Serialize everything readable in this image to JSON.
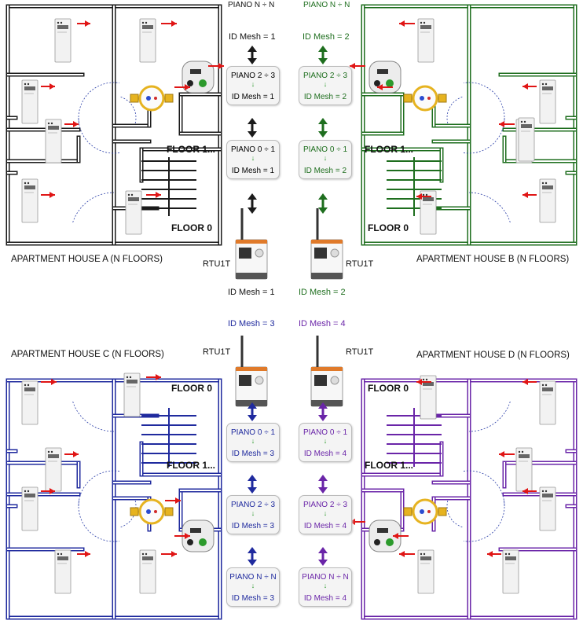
{
  "colors": {
    "A": "#1a1a1a",
    "B": "#1e6e1e",
    "C": "#1f2a9e",
    "D": "#6a25a8",
    "arrow": "#e01515"
  },
  "houses": {
    "A": {
      "label": "APARTMENT HOUSE A (N FLOORS)",
      "floor_upper": "FLOOR 1...",
      "floor_ground": "FLOOR 0"
    },
    "B": {
      "label": "APARTMENT HOUSE B (N FLOORS)",
      "floor_upper": "FLOOR 1...",
      "floor_ground": "FLOOR 0"
    },
    "C": {
      "label": "APARTMENT HOUSE C (N FLOORS)",
      "floor_upper": "FLOOR 1...",
      "floor_ground": "FLOOR 0"
    },
    "D": {
      "label": "APARTMENT HOUSE D (N FLOORS)",
      "floor_upper": "FLOOR 1...",
      "floor_ground": "FLOOR 0"
    }
  },
  "mesh": {
    "A": {
      "top_piano": "PIANO N ÷ N",
      "top_id": "ID Mesh = 1",
      "rtu": "RTU1T",
      "rtu_id": "ID Mesh = 1",
      "boxes": [
        {
          "piano": "PIANO 2 ÷ 3",
          "arrow": "↓",
          "id": "ID Mesh = 1"
        },
        {
          "piano": "PIANO 0 ÷ 1",
          "arrow": "↓",
          "id": "ID Mesh = 1"
        }
      ]
    },
    "B": {
      "top_piano": "PIANO N ÷ N",
      "top_id": "ID Mesh = 2",
      "rtu": "RTU1T",
      "rtu_id": "ID Mesh = 2",
      "boxes": [
        {
          "piano": "PIANO 2 ÷ 3",
          "arrow": "↓",
          "id": "ID Mesh = 2"
        },
        {
          "piano": "PIANO 0 ÷ 1",
          "arrow": "↓",
          "id": "ID Mesh = 2"
        }
      ]
    },
    "C": {
      "top_id": "ID Mesh = 3",
      "rtu": "RTU1T",
      "boxes": [
        {
          "piano": "PIANO 0 ÷ 1",
          "arrow": "↓",
          "id": "ID Mesh = 3"
        },
        {
          "piano": "PIANO 2 ÷ 3",
          "arrow": "↓",
          "id": "ID Mesh = 3"
        },
        {
          "piano": "PIANO N ÷ N",
          "arrow": "↓",
          "id": "ID Mesh = 3"
        }
      ]
    },
    "D": {
      "top_id": "ID Mesh = 4",
      "rtu": "RTU1T",
      "boxes": [
        {
          "piano": "PIANO 0 ÷ 1",
          "arrow": "↓",
          "id": "ID Mesh = 4"
        },
        {
          "piano": "PIANO 2 ÷ 3",
          "arrow": "↓",
          "id": "ID Mesh = 4"
        },
        {
          "piano": "PIANO N ÷ N",
          "arrow": "↓",
          "id": "ID Mesh = 4"
        }
      ]
    }
  }
}
